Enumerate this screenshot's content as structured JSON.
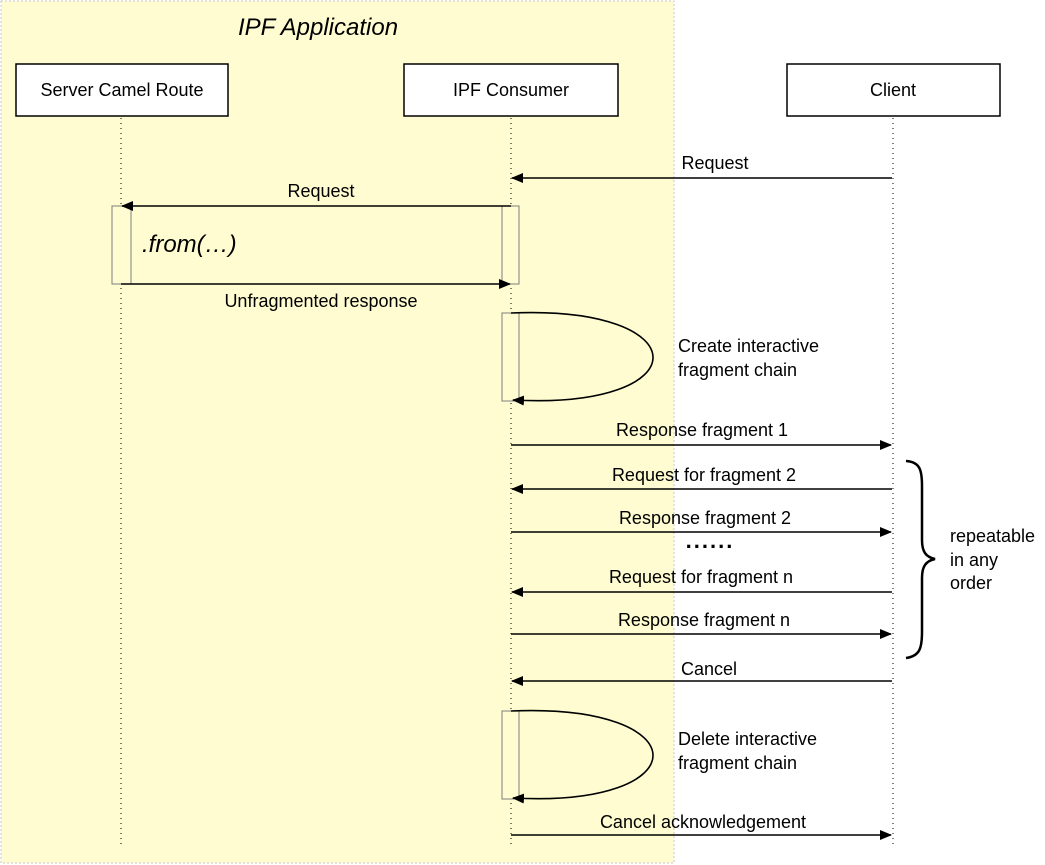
{
  "diagram": {
    "title": "IPF Application",
    "participants": {
      "server": "Server Camel Route",
      "consumer": "IPF Consumer",
      "client": "Client"
    },
    "code_text": ".from(…)",
    "messages": {
      "m1": "Request",
      "m2": "Request",
      "m3": "Unfragmented response",
      "m4": "Response fragment 1",
      "m5": "Request for fragment 2",
      "m6": "Response fragment 2",
      "m7": "Request for fragment n",
      "m8": "Response fragment n",
      "m9": "Cancel",
      "m10": "Cancel acknowledgement"
    },
    "self_calls": {
      "create_line1": "Create interactive",
      "create_line2": "fragment chain",
      "delete_line1": "Delete interactive",
      "delete_line2": "fragment chain"
    },
    "ellipsis": "......",
    "brace_note": {
      "line1": "repeatable",
      "line2": "in any",
      "line3": "order"
    },
    "colors": {
      "app_background": "#fefcd0",
      "app_border": "#c8c8c8"
    }
  }
}
